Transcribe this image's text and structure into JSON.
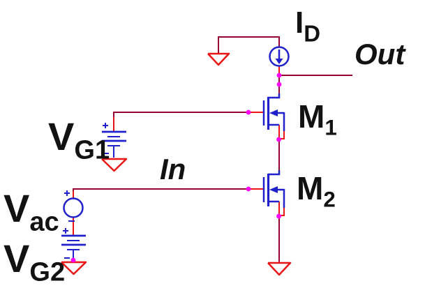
{
  "colors": {
    "wire": "#990033",
    "red": "#ea1515",
    "blue": "#2020cc",
    "magenta": "#ff00ff",
    "text": "#121212",
    "bg": "#ffffff"
  },
  "labels": {
    "id": {
      "main": "I",
      "sub": "D"
    },
    "m1": {
      "main": "M",
      "sub": "1"
    },
    "m2": {
      "main": "M",
      "sub": "2"
    },
    "vg1": {
      "main": "V",
      "sub": "G1"
    },
    "vac": {
      "main": "V",
      "sub": "ac"
    },
    "vg2": {
      "main": "V",
      "sub": "G2"
    },
    "in": "In",
    "out": "Out"
  },
  "circuit": {
    "components": [
      {
        "ref": "ID",
        "kind": "current-source"
      },
      {
        "ref": "M1",
        "kind": "nmos-transistor"
      },
      {
        "ref": "M2",
        "kind": "nmos-transistor"
      },
      {
        "ref": "VG1",
        "kind": "dc-voltage-source"
      },
      {
        "ref": "Vac",
        "kind": "ac-voltage-source"
      },
      {
        "ref": "VG2",
        "kind": "dc-voltage-source"
      }
    ],
    "ports": [
      "In",
      "Out"
    ],
    "ground_count": 4
  }
}
